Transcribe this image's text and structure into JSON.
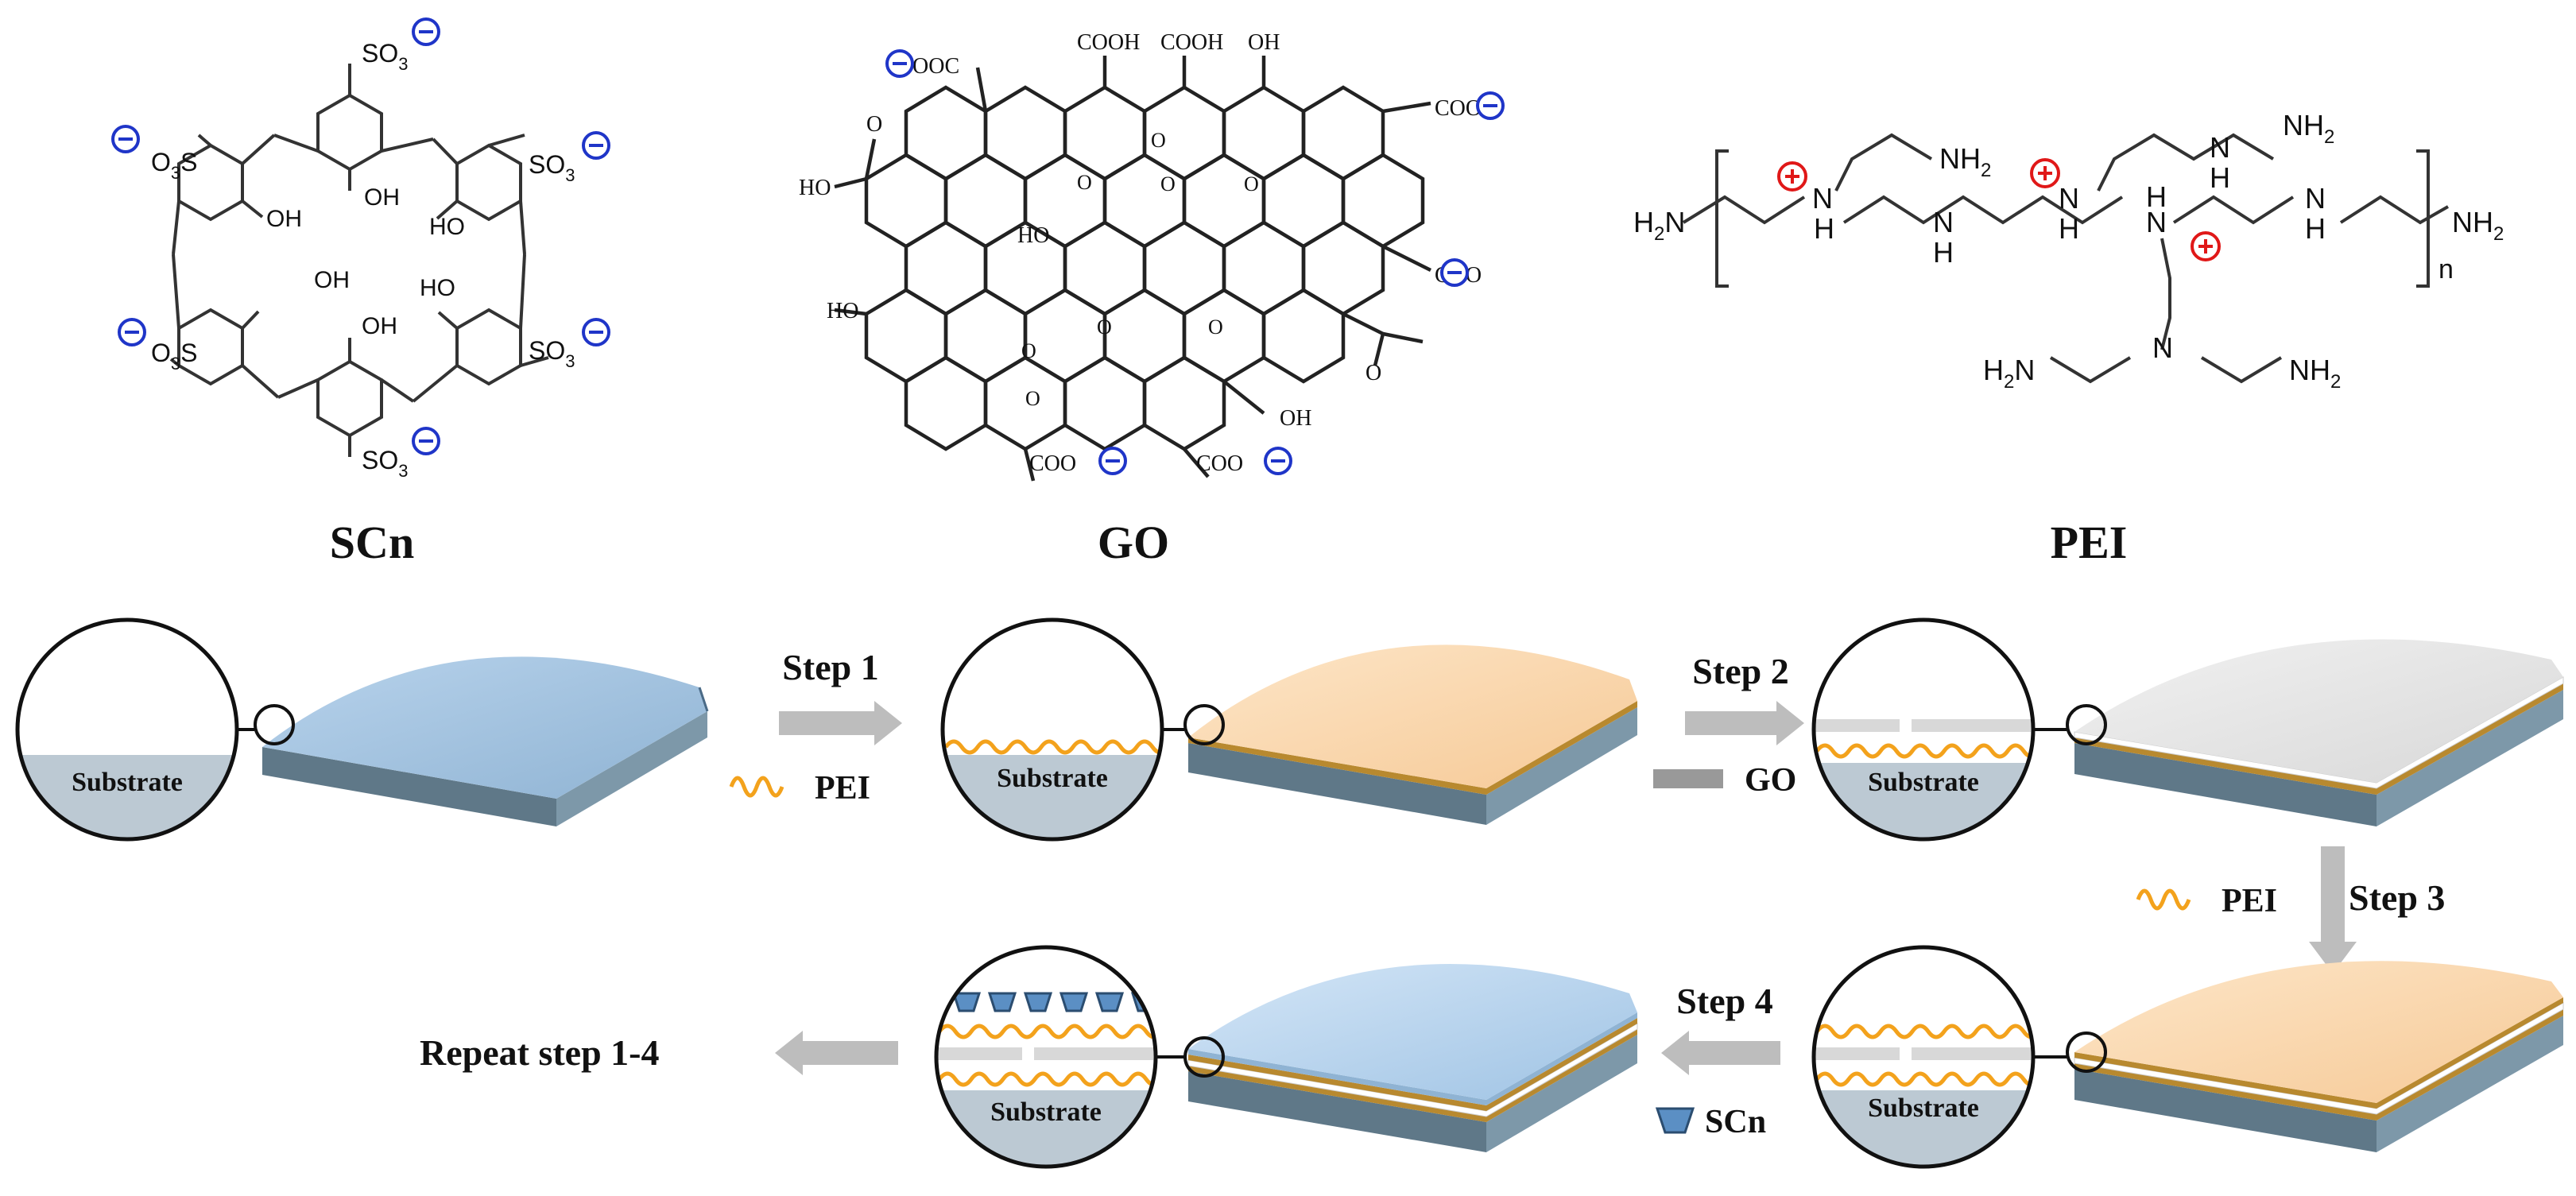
{
  "molecules": {
    "scn": {
      "label": "SCn",
      "groups": {
        "so3": "SO",
        "o3s": "O",
        "s": "S",
        "sub3": "3",
        "oh": "OH",
        "ho": "HO"
      }
    },
    "go": {
      "label": "GO",
      "groups": {
        "ooc": "OOC",
        "cooh": "COOH",
        "coo": "COO",
        "ho": "HO",
        "oh": "OH",
        "o": "O"
      }
    },
    "pei": {
      "label": "PEI",
      "groups": {
        "h2n": "H",
        "nh2": "NH",
        "n": "N",
        "h": "H",
        "sub2": "2",
        "n_repeat": "n"
      }
    }
  },
  "charges": {
    "minus": "−",
    "plus": "+"
  },
  "process": {
    "substrate": "Substrate",
    "step1": "Step 1",
    "step2": "Step 2",
    "step3": "Step 3",
    "step4": "Step 4",
    "legend_pei_1": "PEI",
    "legend_go": "GO",
    "legend_pei_2": "PEI",
    "legend_scn": "SCn",
    "repeat": "Repeat step 1-4"
  },
  "colors": {
    "substrate_top": "#a9c6e2",
    "substrate_side": "#6e8796",
    "pei_layer": "#fbd9b0",
    "go_layer": "#e6e6e6",
    "scn_layer": "#bcd7f0",
    "pei_wave": "#f3a21c",
    "arrow_gray": "#bdbdbd",
    "minus_blue": "#1f35c8",
    "plus_red": "#e01818"
  }
}
